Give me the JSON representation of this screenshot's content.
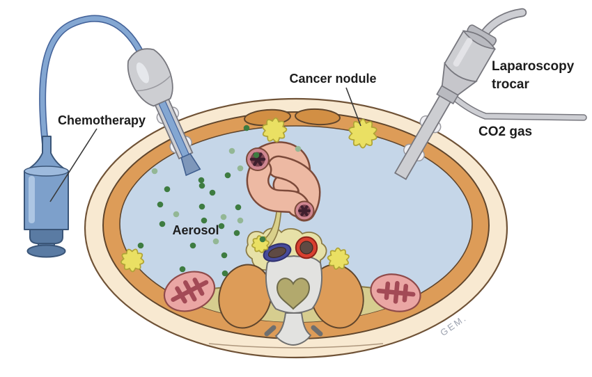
{
  "diagram": {
    "title_hint": "PIPAC pressurized intraperitoneal aerosol chemotherapy cross-section",
    "labels": {
      "chemotherapy": "Chemotherapy",
      "cancer_nodule": "Cancer nodule",
      "laparoscopy_line1": "Laparoscopy",
      "laparoscopy_line2": "trocar",
      "co2": "CO2 gas",
      "aerosol": "Aerosol"
    },
    "signature": "GEM.",
    "colors": {
      "bg": "#ffffff",
      "skin": "#f8e9d1",
      "skin-line": "#6f5236",
      "muscle": "#dd9c58",
      "muscle-dark": "#d28f44",
      "muscle-line": "#5f452c",
      "cavity": "#c5d6e8",
      "fat": "#d6cd8f",
      "fat-pale": "#e7e1a8",
      "fat-line": "#8a7a45",
      "mesentery": "#d9d08a",
      "bowel": "#edb9a3",
      "bowel-line": "#7c4a3a",
      "bowel-cut": "#cf8691",
      "bowel-core": "#7b4450",
      "bowel-lumen": "#3f1f2e",
      "kidney": "#eaa6a4",
      "kidney-line": "#8f4a4a",
      "kidney-pelvis": "#a34a56",
      "vertebra": "#e2e2e0",
      "vertebra-line": "#6f6f6f",
      "canal": "#b2a96d",
      "canal-line": "#6e6a4a",
      "aorta": "#d84030",
      "aorta-line": "#8f2318",
      "cava": "#474b9b",
      "cava-line": "#2e2f6e",
      "vessel-core": "#5f4a43",
      "nodule": "#eae063",
      "nodule-line": "#b0a437",
      "aerosol-dark": "#3e7c41",
      "aerosol-light": "#93b795",
      "steel": "#cdced2",
      "steel-line": "#77777e",
      "tube-blue": "#84a7d2",
      "tube-line": "#44639a",
      "pump": "#7da0cb",
      "pump-top": "#9dbadd",
      "pump-dark": "#5a7ba3",
      "pump-line": "#3a5578",
      "label": "#1c1c1c",
      "pointer": "#3a3a3a",
      "signature": "#9ba1ae"
    }
  }
}
